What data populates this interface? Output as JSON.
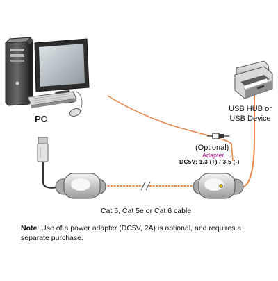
{
  "pc": {
    "label": "PC"
  },
  "device": {
    "line1": "USB HUB or",
    "line2": "USB Device"
  },
  "adapter": {
    "optional": "(Optional)",
    "name": "Adapter",
    "spec": "DC5V; 1.3  (+) / 3.5  (-)"
  },
  "cable": {
    "label": "Cat 5, Cat 5e or Cat 6 cable"
  },
  "note": {
    "title": "Note",
    "text": ":  Use of a power adapter (DC5V, 2A) is optional, and requires a separate purchase."
  },
  "colors": {
    "cable_orange": "#e8864a",
    "adapter_magenta": "#b0138a",
    "device_gray": "#b5b5b5",
    "wire_dark": "#333333"
  },
  "icons": [
    "pc-tower-icon",
    "monitor-icon",
    "keyboard-icon",
    "mouse-icon",
    "printer-icon",
    "usb-plug-icon",
    "extender-local-icon",
    "extender-remote-icon",
    "power-plug-icon"
  ]
}
